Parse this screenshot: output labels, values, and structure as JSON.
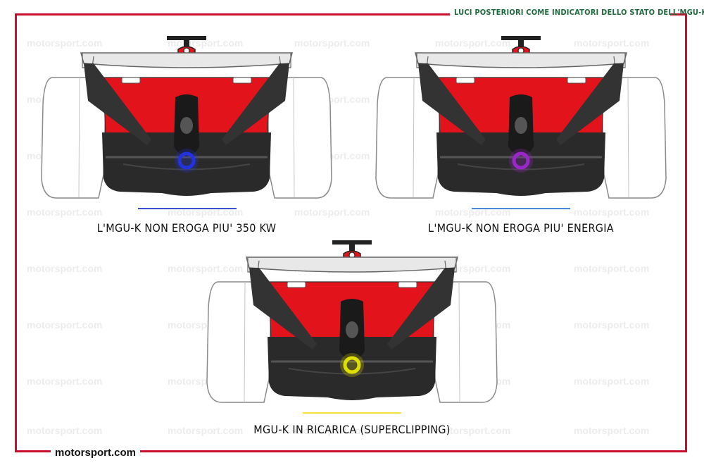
{
  "header": {
    "title": "LUCI POSTERIORI COME INDICATORI DELLO STATO DELL'MGU-K"
  },
  "watermark": {
    "text": "motorsport.com"
  },
  "panels": [
    {
      "caption": "L'MGU-K NON EROGA PIU' 350 KW",
      "light_color": "#2233dd",
      "underline_color": "#3a50d0"
    },
    {
      "caption": "L'MGU-K NON EROGA PIU' ENERGIA",
      "light_color": "#9a28c8",
      "underline_color": "#4a88d8"
    },
    {
      "caption": "MGU-K IN RICARICA (SUPERCLIPPING)",
      "light_color": "#e0e000",
      "underline_color": "#f0e040"
    }
  ],
  "footer": {
    "logo": "motorsport.com"
  },
  "colors": {
    "frame": "#c8102e",
    "header_text": "#1f6b3e",
    "car_red": "#e3131b",
    "car_dark": "#222222"
  }
}
